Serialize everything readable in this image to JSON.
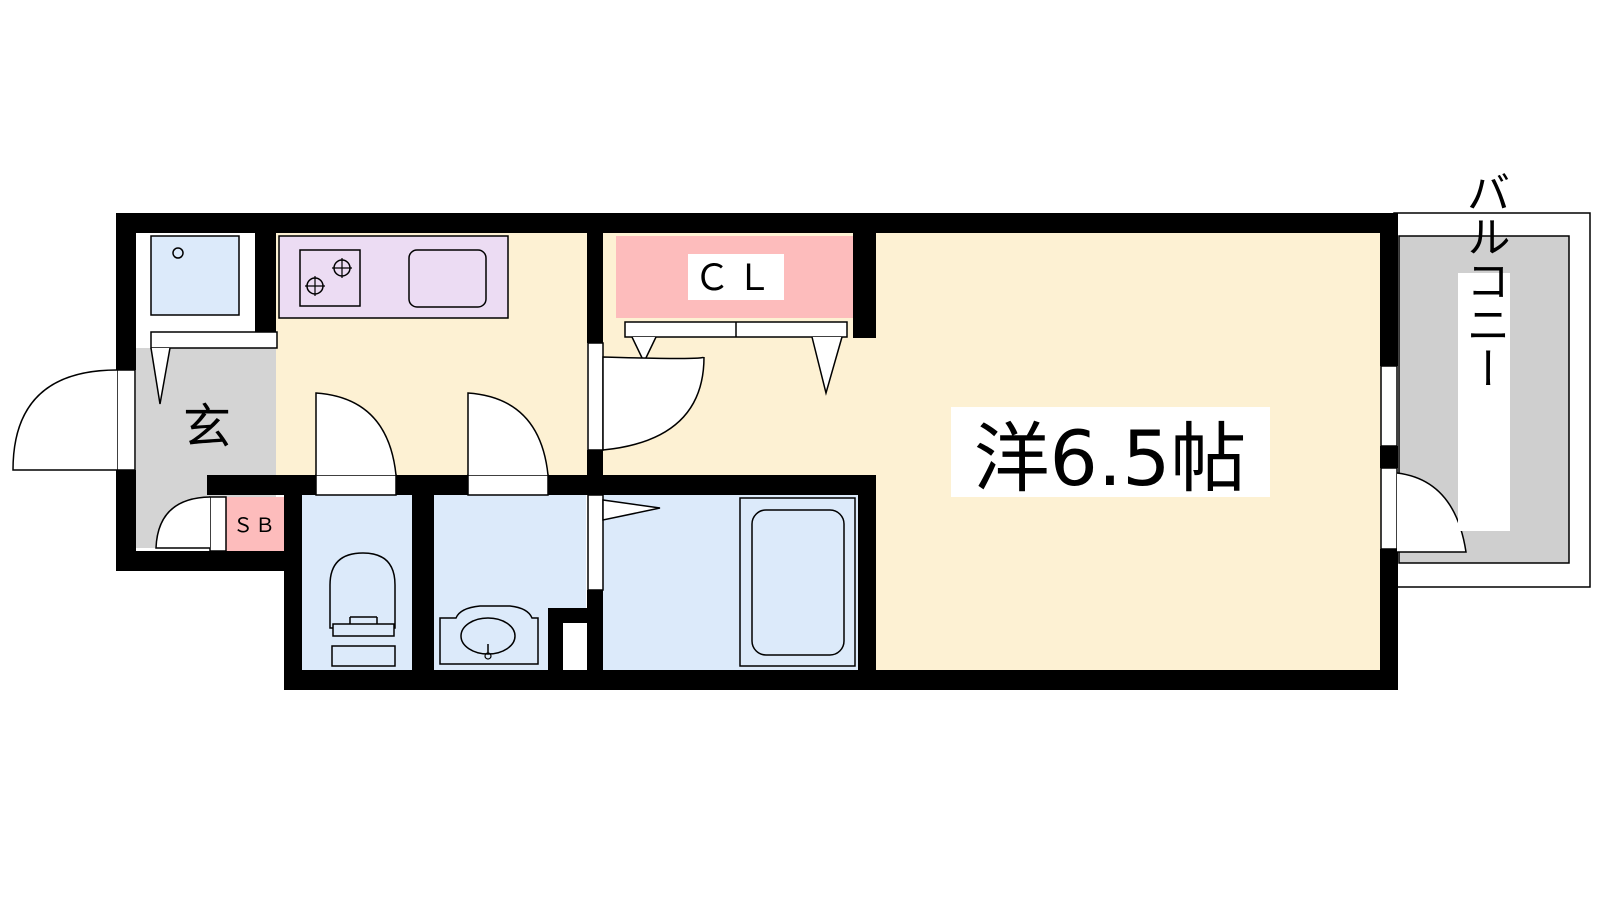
{
  "floorplan": {
    "room_western": "洋6.5帖",
    "closet": "ＣＬ",
    "entrance": "玄",
    "shoe_box": "ＳＢ",
    "balcony": "バルコニー"
  },
  "colors": {
    "wall": "#000000",
    "floor_western": "#fdf1d3",
    "closet": "#fdbcbc",
    "shoe_box": "#fdbcbc",
    "wet_area": "#dceafa",
    "kitchen": "#ecdcf3",
    "entrance_floor": "#d4d4d4",
    "balcony_floor": "#cfcfcf"
  }
}
